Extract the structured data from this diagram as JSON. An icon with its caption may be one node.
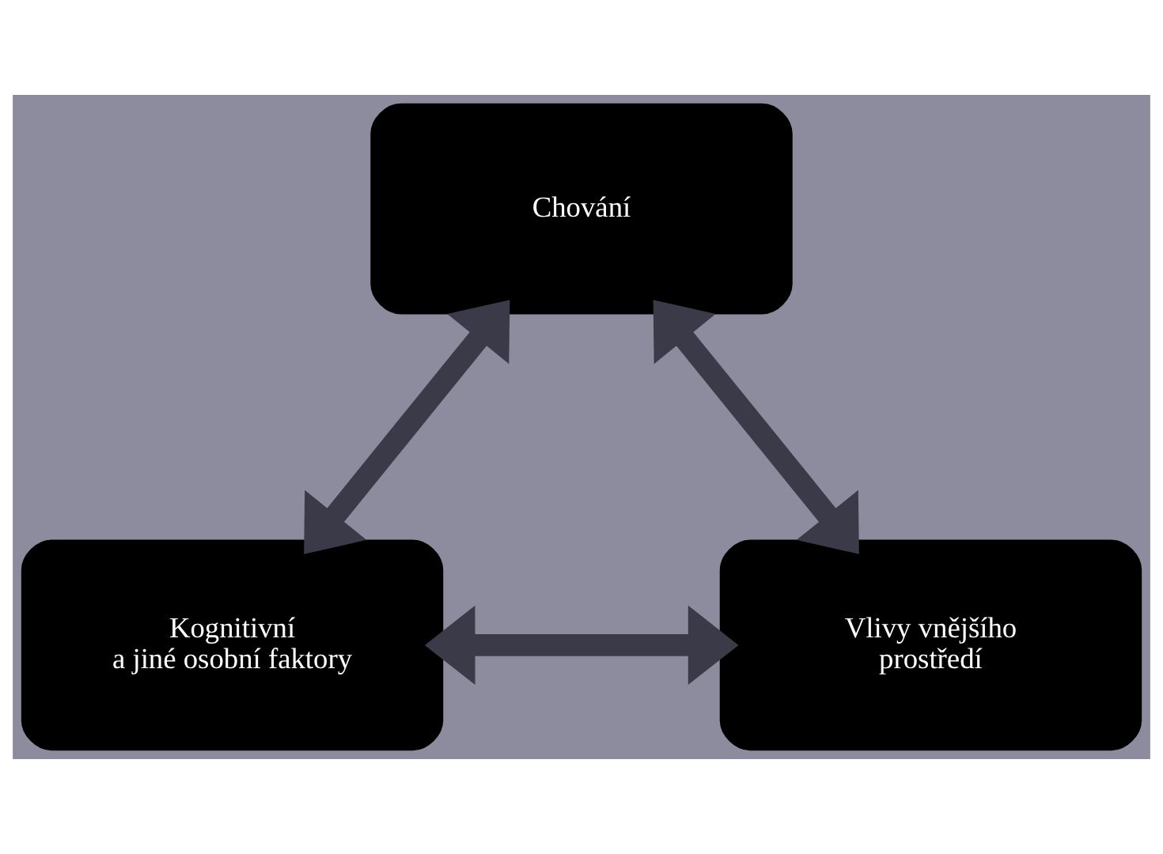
{
  "diagram": {
    "nodes": [
      {
        "text": [
          "Chování"
        ]
      },
      {
        "text": [
          "Kognitivní a jiné osobní faktory"
        ]
      },
      {
        "text": [
          "Vlivy vnějšího prostředí"
        ]
      }
    ],
    "edges": [
      {
        "from": 1,
        "to": 0,
        "arrow": "both"
      },
      {
        "from": 0,
        "to": 2,
        "arrow": "both"
      },
      {
        "from": 1,
        "to": 2,
        "arrow": "both"
      }
    ]
  }
}
